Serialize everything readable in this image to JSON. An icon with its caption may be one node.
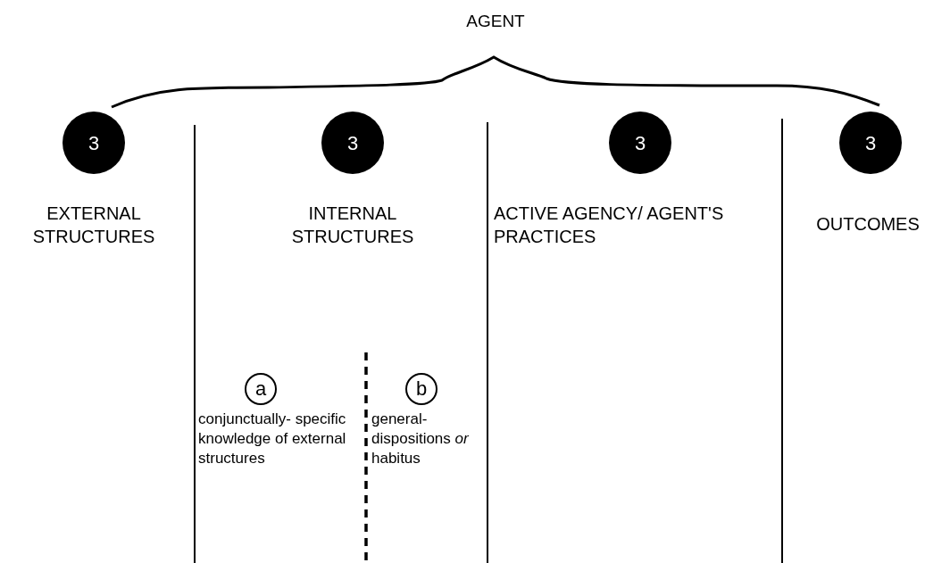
{
  "diagram": {
    "nodes": [
      {
        "text": [
          "3"
        ]
      },
      {
        "text": [
          "3"
        ]
      },
      {
        "text": [
          "3"
        ]
      },
      {
        "text": [
          "3"
        ]
      },
      {
        "text": [
          "a"
        ]
      },
      {
        "text": [
          "b"
        ]
      }
    ],
    "labels": [
      "AGENT",
      "EXTERNAL STRUCTURES",
      "INTERNAL STRUCTURES",
      "ACTIVE AGENCY/ AGENT'S PRACTICES",
      "OUTCOMES",
      "conjunctually- specific knowledge of external structures",
      "general- dispositions *or* habitus"
    ]
  }
}
